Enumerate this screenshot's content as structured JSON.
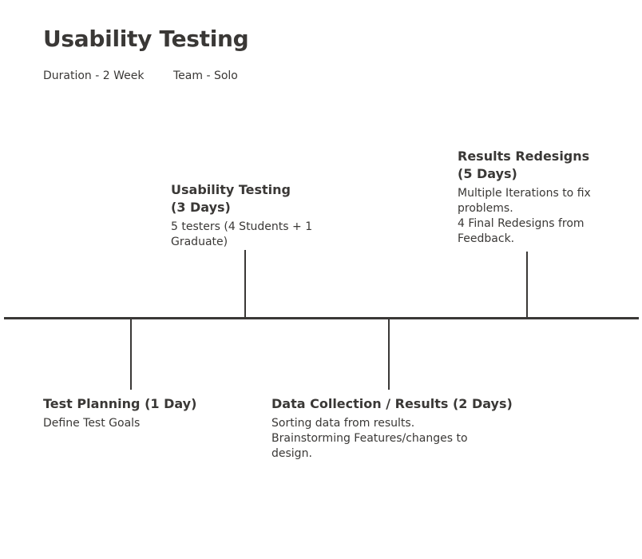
{
  "header": {
    "title": "Usability Testing",
    "duration": "Duration - 2 Week",
    "team": "Team - Solo"
  },
  "timeline": {
    "events": [
      {
        "title": "Usability Testing\n(3 Days)",
        "description": "5 testers (4 Students + 1\nGraduate)"
      },
      {
        "title": "Results Redesigns\n(5 Days)",
        "description": "Multiple Iterations to fix\nproblems.\n4 Final Redesigns from\nFeedback."
      },
      {
        "title": "Test Planning (1 Day)",
        "description": "Define Test Goals"
      },
      {
        "title": "Data Collection / Results (2 Days)",
        "description": "Sorting data from results.\nBrainstorming Features/changes to\ndesign."
      }
    ]
  }
}
